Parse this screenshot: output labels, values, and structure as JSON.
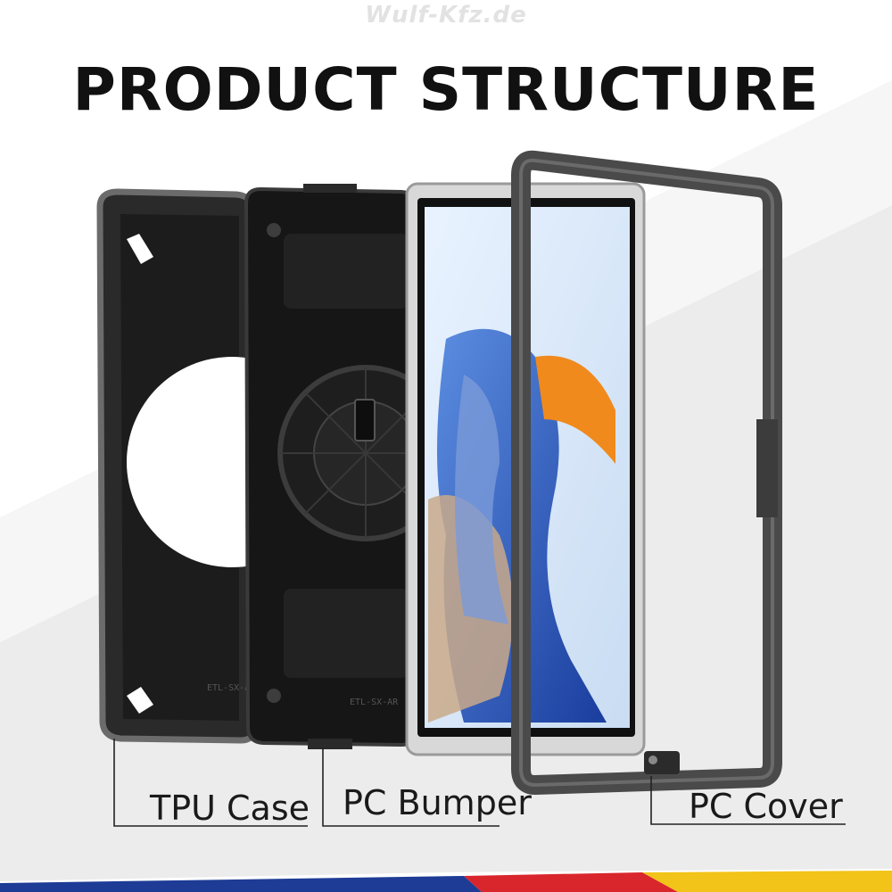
{
  "watermark": {
    "text": "Wulf-Kfz.de"
  },
  "title": {
    "text": "PRODUCT STRUCTURE"
  },
  "labels": {
    "tpu_case": "TPU Case",
    "pc_bumper": "PC Bumper",
    "pc_cover": "PC Cover"
  },
  "colors": {
    "case_dark": "#1e1e1e",
    "frame_gray": "#5a5a5a",
    "accent_blue": "#1f4fb8",
    "accent_orange": "#f08a1c",
    "stripe_red": "#d8262c",
    "stripe_yellow": "#f2c318",
    "stripe_blue": "#1e3c96"
  }
}
